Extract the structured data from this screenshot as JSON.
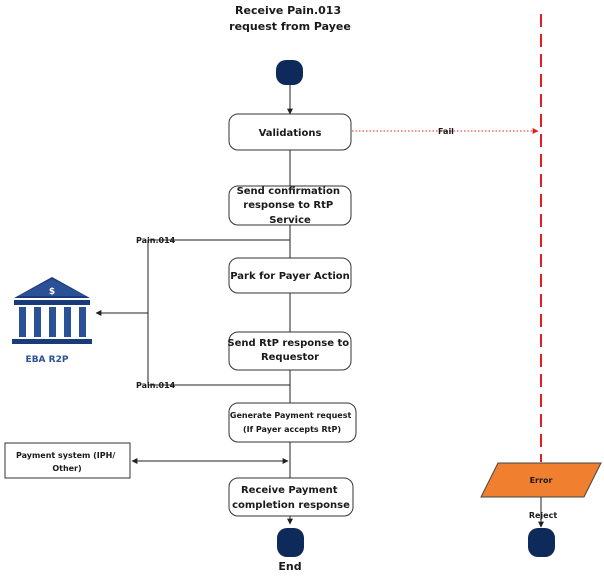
{
  "diagram": {
    "start_label": [
      "Receive Pain.013",
      "request from Payee"
    ],
    "end_label": "End",
    "steps": [
      {
        "id": "validations",
        "lines": [
          "Validations"
        ]
      },
      {
        "id": "send-confirmation",
        "lines": [
          "Send confirmation",
          "response to RtP",
          "Service"
        ]
      },
      {
        "id": "park",
        "lines": [
          "Park for Payer Action"
        ]
      },
      {
        "id": "send-rtp-response",
        "lines": [
          "Send RtP response to",
          "Requestor"
        ]
      },
      {
        "id": "generate-payment",
        "lines": [
          "Generate Payment request",
          "(If Payer accepts RtP)"
        ]
      },
      {
        "id": "receive-payment",
        "lines": [
          "Receive Payment",
          "completion response"
        ]
      }
    ],
    "edge_labels": {
      "fail": "Fail",
      "pain014_top": "Pain.014",
      "pain014_bottom": "Pain.014",
      "reject": "Reject"
    },
    "bank_label": "EBA R2P",
    "bank_icon": "bank-icon",
    "payment_system": [
      "Payment system (IPH/",
      "Other)"
    ],
    "error_label": "Error",
    "colors": {
      "node": "#0e2a5a",
      "error_fill": "#f08030",
      "fail_line": "#e02020",
      "dash_line": "#e02020",
      "bank": "#1a3a7a"
    }
  }
}
